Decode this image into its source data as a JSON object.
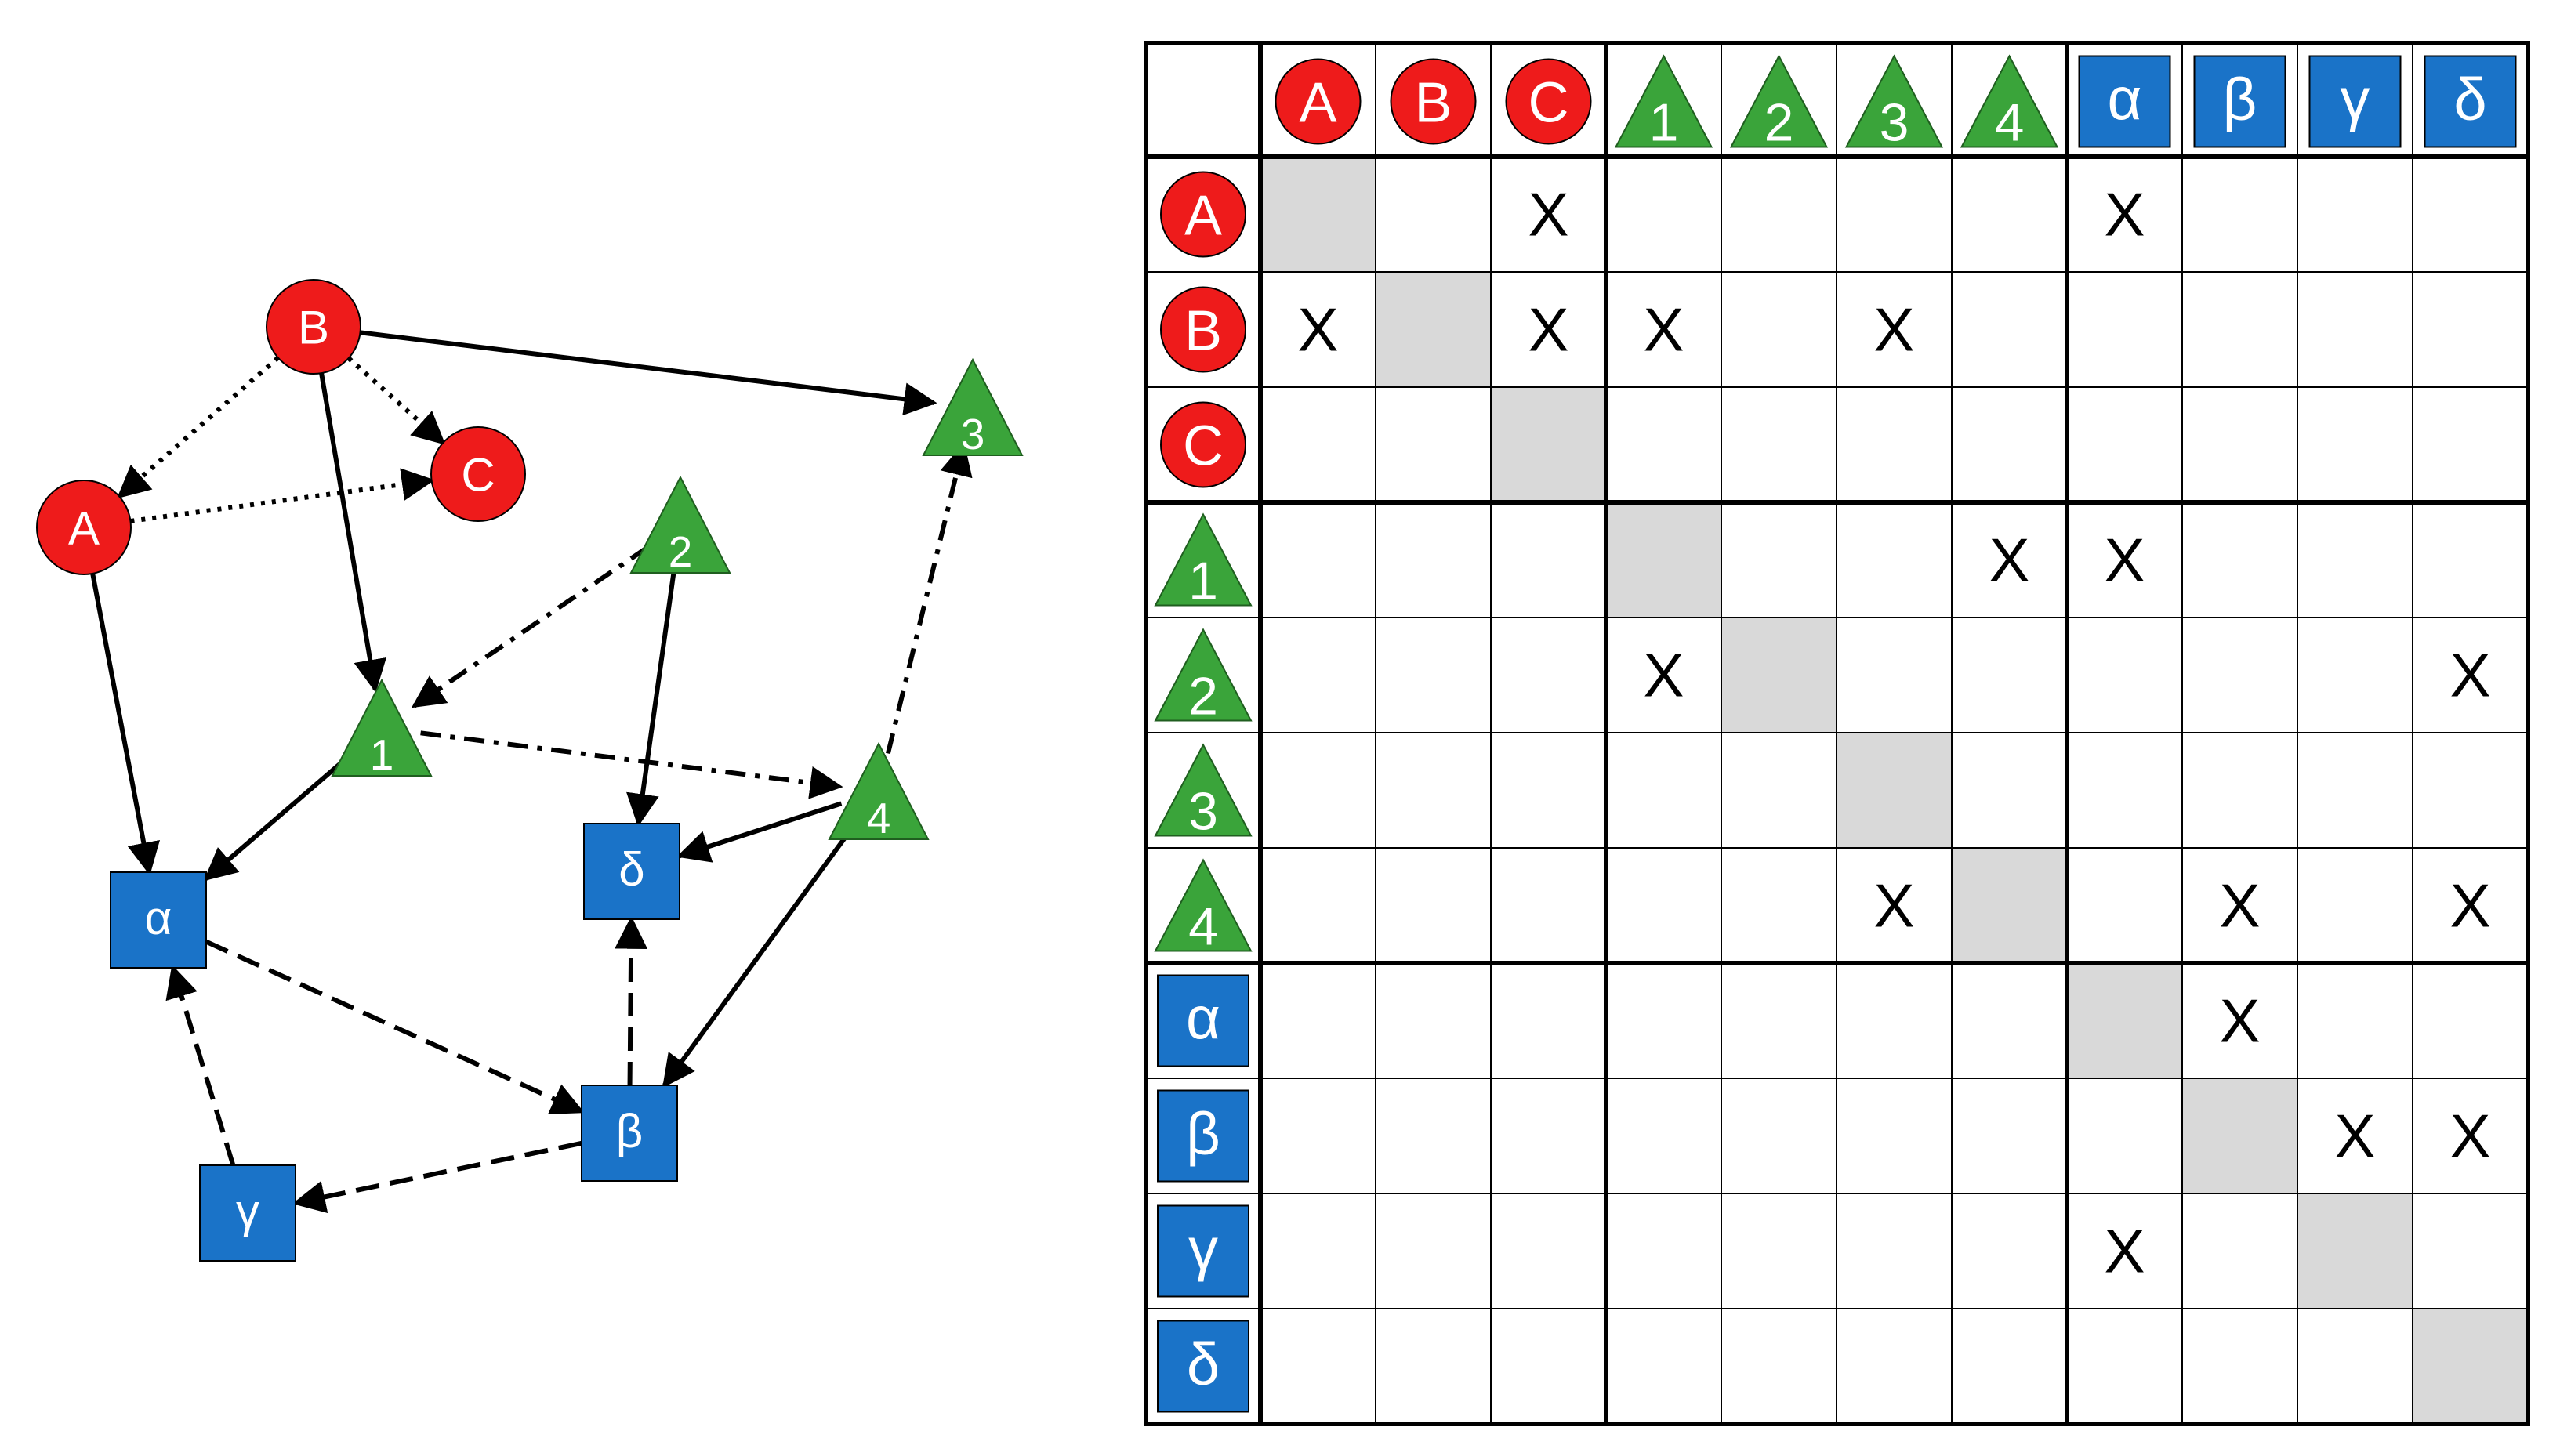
{
  "colors": {
    "red": "#ee1b1b",
    "green": "#3aa43a",
    "blue": "#1a73c8",
    "diagonal": "#d9d9d9",
    "ink": "#000000",
    "node_text": "#ffffff"
  },
  "nodes": [
    {
      "id": "A",
      "label": "A",
      "shape": "circle",
      "group": "red"
    },
    {
      "id": "B",
      "label": "B",
      "shape": "circle",
      "group": "red"
    },
    {
      "id": "C",
      "label": "C",
      "shape": "circle",
      "group": "red"
    },
    {
      "id": "1",
      "label": "1",
      "shape": "triangle",
      "group": "green"
    },
    {
      "id": "2",
      "label": "2",
      "shape": "triangle",
      "group": "green"
    },
    {
      "id": "3",
      "label": "3",
      "shape": "triangle",
      "group": "green"
    },
    {
      "id": "4",
      "label": "4",
      "shape": "triangle",
      "group": "green"
    },
    {
      "id": "alpha",
      "label": "α",
      "shape": "square",
      "group": "blue"
    },
    {
      "id": "beta",
      "label": "β",
      "shape": "square",
      "group": "blue"
    },
    {
      "id": "gamma",
      "label": "γ",
      "shape": "square",
      "group": "blue"
    },
    {
      "id": "delta",
      "label": "δ",
      "shape": "square",
      "group": "blue"
    }
  ],
  "edges": [
    {
      "from": "B",
      "to": "A",
      "style": "dotted"
    },
    {
      "from": "B",
      "to": "C",
      "style": "dotted"
    },
    {
      "from": "A",
      "to": "C",
      "style": "dotted"
    },
    {
      "from": "B",
      "to": "3",
      "style": "solid"
    },
    {
      "from": "B",
      "to": "1",
      "style": "solid"
    },
    {
      "from": "A",
      "to": "alpha",
      "style": "solid"
    },
    {
      "from": "1",
      "to": "alpha",
      "style": "solid"
    },
    {
      "from": "2",
      "to": "1",
      "style": "dashdot"
    },
    {
      "from": "1",
      "to": "4",
      "style": "dashdot"
    },
    {
      "from": "4",
      "to": "3",
      "style": "dashdot"
    },
    {
      "from": "2",
      "to": "delta",
      "style": "solid"
    },
    {
      "from": "4",
      "to": "delta",
      "style": "solid"
    },
    {
      "from": "4",
      "to": "beta",
      "style": "solid"
    },
    {
      "from": "alpha",
      "to": "beta",
      "style": "dashed"
    },
    {
      "from": "beta",
      "to": "delta",
      "style": "dashed"
    },
    {
      "from": "beta",
      "to": "gamma",
      "style": "dashed"
    },
    {
      "from": "gamma",
      "to": "alpha",
      "style": "dashed"
    }
  ],
  "matrix": {
    "mark": "X",
    "order": [
      "A",
      "B",
      "C",
      "1",
      "2",
      "3",
      "4",
      "alpha",
      "beta",
      "gamma",
      "delta"
    ],
    "marks": [
      [
        "A",
        "C"
      ],
      [
        "A",
        "alpha"
      ],
      [
        "B",
        "A"
      ],
      [
        "B",
        "C"
      ],
      [
        "B",
        "1"
      ],
      [
        "B",
        "3"
      ],
      [
        "1",
        "4"
      ],
      [
        "1",
        "alpha"
      ],
      [
        "2",
        "1"
      ],
      [
        "2",
        "delta"
      ],
      [
        "4",
        "3"
      ],
      [
        "4",
        "beta"
      ],
      [
        "4",
        "delta"
      ],
      [
        "alpha",
        "beta"
      ],
      [
        "beta",
        "gamma"
      ],
      [
        "beta",
        "delta"
      ],
      [
        "gamma",
        "alpha"
      ]
    ]
  }
}
